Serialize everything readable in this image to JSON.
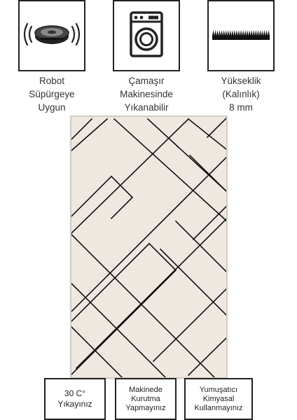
{
  "features": [
    {
      "icon": "robot-vacuum-icon",
      "label": "Robot\nSüpürgeye\nUygun"
    },
    {
      "icon": "washing-machine-icon",
      "label": "Çamaşır\nMakinesinde\nYıkanabilir"
    },
    {
      "icon": "pile-height-icon",
      "label": "Yükseklik\n(Kalınlık)\n8 mm"
    }
  ],
  "product": {
    "image": "rug-geometric-lines",
    "background_color": "#eee8e1",
    "line_color": "#111111"
  },
  "care": [
    {
      "label": "30 C°\nYıkayınız"
    },
    {
      "label": "Makinede\nKurutma\nYapmayınız"
    },
    {
      "label": "Yumuşatıcı\nKimyasal\nKullanmayınız"
    }
  ]
}
